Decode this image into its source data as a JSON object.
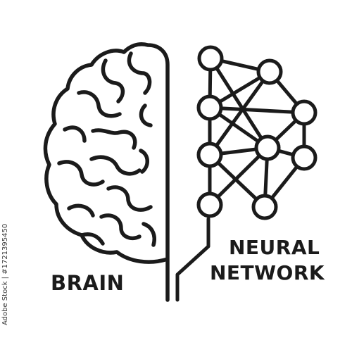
{
  "labels": {
    "brain": "BRAIN",
    "neural": "NEURAL",
    "network": "NETWORK"
  },
  "side_id": "Adobe Stock | #1721395450",
  "colors": {
    "stroke": "#1b1b1b",
    "background": "#ffffff"
  },
  "icons": {
    "brain": "brain-half-icon",
    "network": "neural-network-icon"
  }
}
